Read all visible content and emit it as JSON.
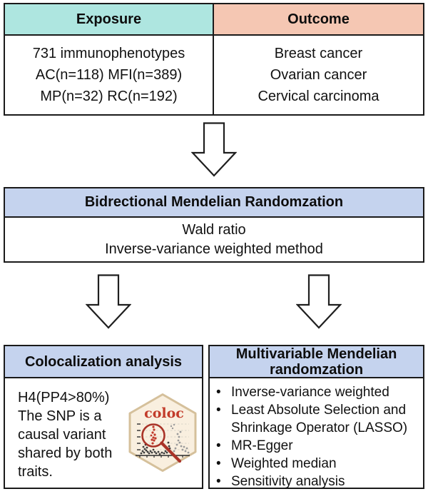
{
  "colors": {
    "exposure_header": "#aee6e0",
    "outcome_header": "#f5c7b3",
    "blue_header": "#c5d3ee",
    "border": "#1a1a1a",
    "coloc_hex_fill": "#f9efdf",
    "coloc_hex_border": "#d5c09b",
    "coloc_red": "#c0392b"
  },
  "top_section": {
    "exposure": {
      "title": "Exposure",
      "lines": [
        "731 immunophenotypes",
        "AC(n=118) MFI(n=389)",
        "MP(n=32) RC(n=192)"
      ]
    },
    "outcome": {
      "title": "Outcome",
      "lines": [
        "Breast cancer",
        "Ovarian cancer",
        "Cervical carcinoma"
      ]
    }
  },
  "middle_section": {
    "title": "Bidrectional Mendelian Randomzation",
    "lines": [
      "Wald ratio",
      "Inverse-variance weighted method"
    ]
  },
  "coloc_box": {
    "title": "Colocalization analysis",
    "lines": [
      "H4(PP4>80%)",
      "The SNP is a",
      "causal variant",
      "shared by both",
      "traits."
    ],
    "badge_label": "coloc"
  },
  "mvmr_box": {
    "title_line1": "Multivariable Mendelian",
    "title_line2": "randomzation",
    "bullets": [
      "Inverse-variance weighted",
      "Least Absolute Selection and Shrinkage Operator (LASSO)",
      "MR-Egger",
      "Weighted median",
      "Sensitivity analysis"
    ]
  }
}
